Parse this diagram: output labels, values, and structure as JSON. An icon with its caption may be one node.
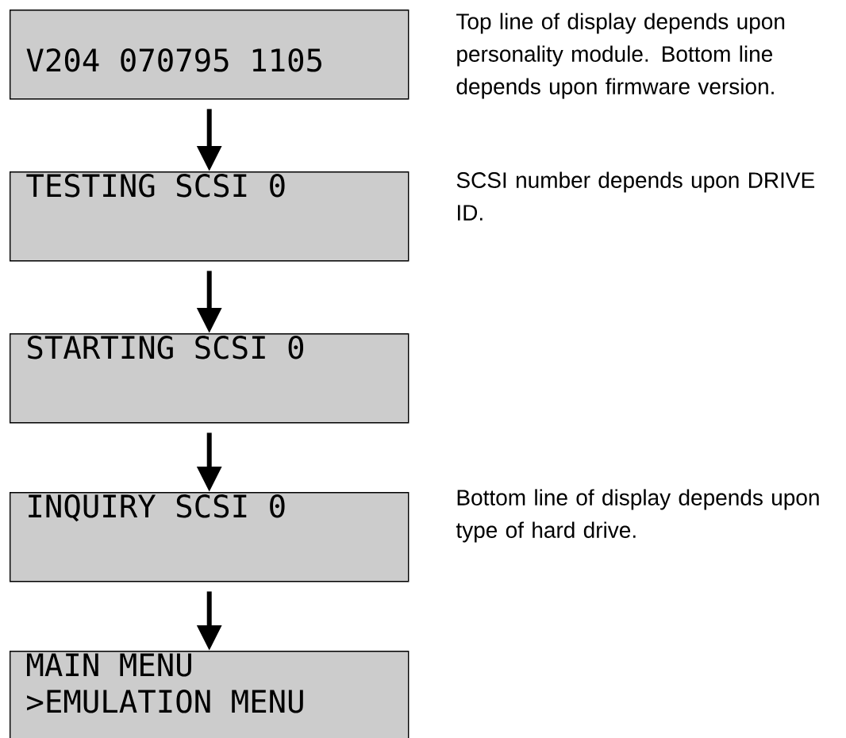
{
  "diagram": {
    "nodes": [
      {
        "text": [
          "V204 070795 1105"
        ],
        "beside": [
          "Top line of display depends upon personality module. Bottom line depends upon firmware version."
        ]
      },
      {
        "text": [
          "TESTING SCSI 0"
        ],
        "beside": [
          "SCSI number depends upon DRIVE ID."
        ]
      },
      {
        "text": [
          "STARTING SCSI 0"
        ]
      },
      {
        "text": [
          "INQUIRY SCSI 0"
        ],
        "beside": [
          "Bottom line of display depends upon type of hard drive."
        ]
      },
      {
        "text": [
          "MAIN MENU",
          ">EMULATION MENU"
        ]
      }
    ],
    "edges": [
      {
        "from": 0,
        "to": 1,
        "arrow": "to"
      },
      {
        "from": 1,
        "to": 2,
        "arrow": "to"
      },
      {
        "from": 2,
        "to": 3,
        "arrow": "to"
      },
      {
        "from": 3,
        "to": 4,
        "arrow": "to"
      }
    ]
  }
}
